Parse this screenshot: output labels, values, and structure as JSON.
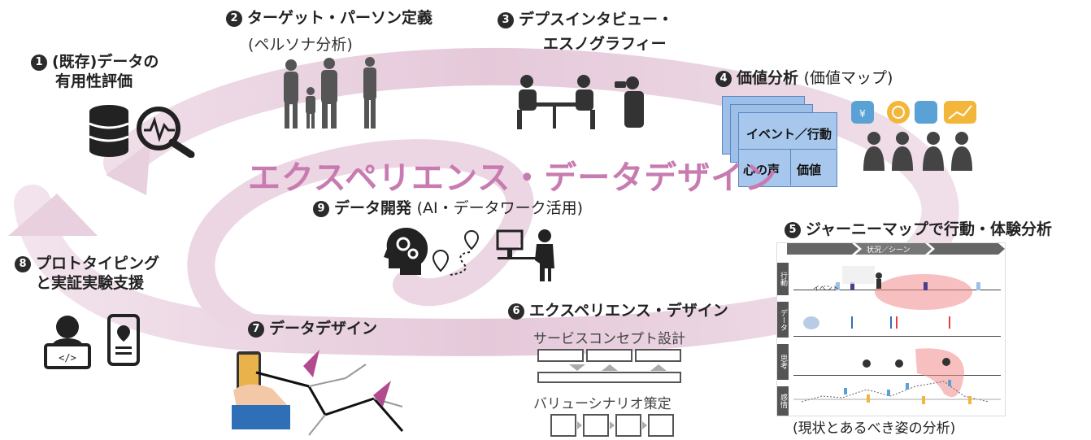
{
  "main_title": "エクスペリエンス・データデザイン",
  "steps": [
    {
      "num": "1",
      "title": "(既存)データの",
      "title2": "有用性評価"
    },
    {
      "num": "2",
      "title": "ターゲット・パーソン定義",
      "sub": "(ペルソナ分析)"
    },
    {
      "num": "3",
      "title": "デプスインタビュー・",
      "title2": "エスノグラフィー"
    },
    {
      "num": "4",
      "title": "価値分析",
      "sub": "(価値マップ)"
    },
    {
      "num": "5",
      "title": "ジャーニーマップで行動・体験分析"
    },
    {
      "num": "6",
      "title": "エクスペリエンス・デザイン"
    },
    {
      "num": "7",
      "title": "データデザイン"
    },
    {
      "num": "8",
      "title": "プロトタイピング",
      "title2": "と実証実験支援"
    },
    {
      "num": "9",
      "title": "データ開発",
      "sub": "(AI・データワーク活用)"
    }
  ],
  "value_map": {
    "event_label": "イベント／行動",
    "voice_label": "心の声",
    "value_label": "価値"
  },
  "journey": {
    "header": "状況／シーン",
    "rows": [
      "行動",
      "データ",
      "思考",
      "感情"
    ],
    "event_tag": "イベント",
    "caption": "(現状とあるべき姿の分析)"
  },
  "experience_design": {
    "service_concept": "サービスコンセプト設計",
    "value_scenario": "バリューシナリオ策定"
  },
  "colors": {
    "accent": "#c87bb0",
    "swirl": "#e6cedd",
    "box_blue": "#9ec0e8",
    "journey_red": "#f08a8a"
  }
}
